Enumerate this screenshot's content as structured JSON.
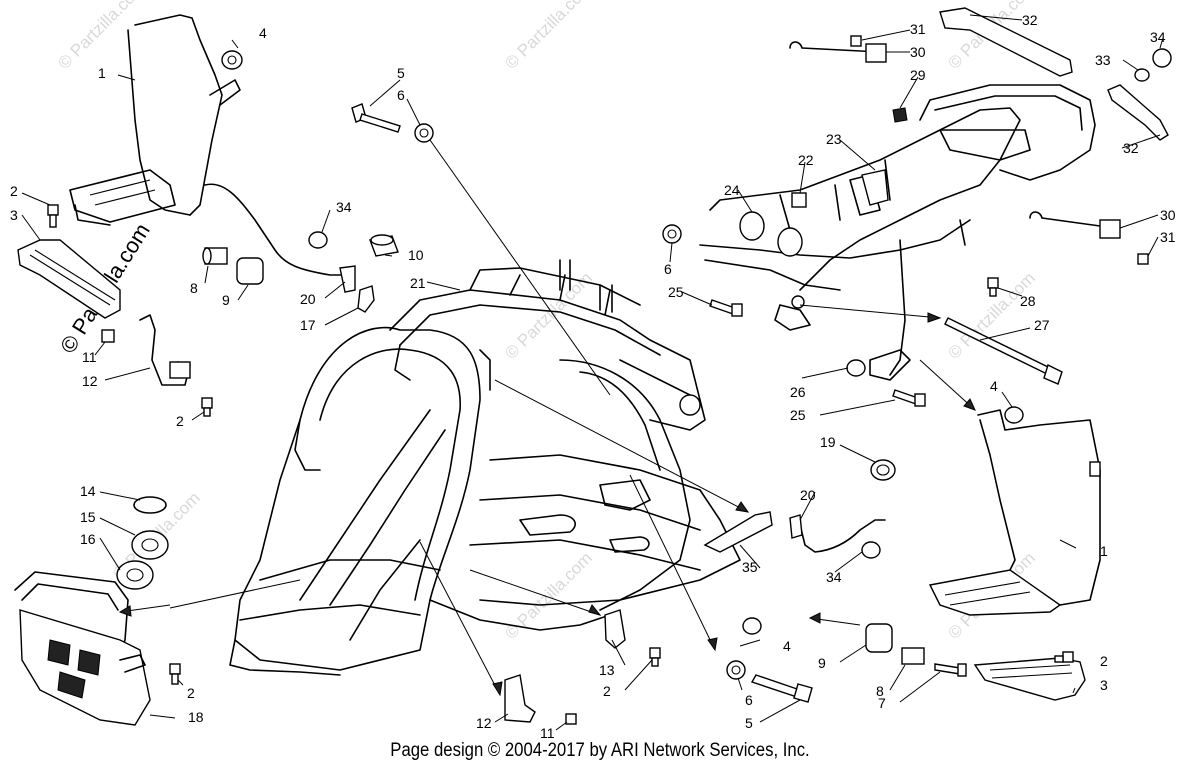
{
  "watermark": "© Partzilla.com",
  "footer": "Page design © 2004-2017 by ARI Network Services, Inc.",
  "callouts": [
    "1",
    "4",
    "2",
    "3",
    "8",
    "9",
    "11",
    "12",
    "2",
    "34",
    "20",
    "17",
    "10",
    "5",
    "6",
    "21",
    "14",
    "15",
    "16",
    "2",
    "18",
    "12",
    "11",
    "13",
    "2",
    "4",
    "6",
    "5",
    "9",
    "8",
    "7",
    "2",
    "3",
    "1",
    "35",
    "34",
    "20",
    "19",
    "4",
    "25",
    "26",
    "27",
    "28",
    "25",
    "6",
    "24",
    "22",
    "23",
    "29",
    "31",
    "30",
    "32",
    "34",
    "33",
    "32",
    "30",
    "31"
  ]
}
